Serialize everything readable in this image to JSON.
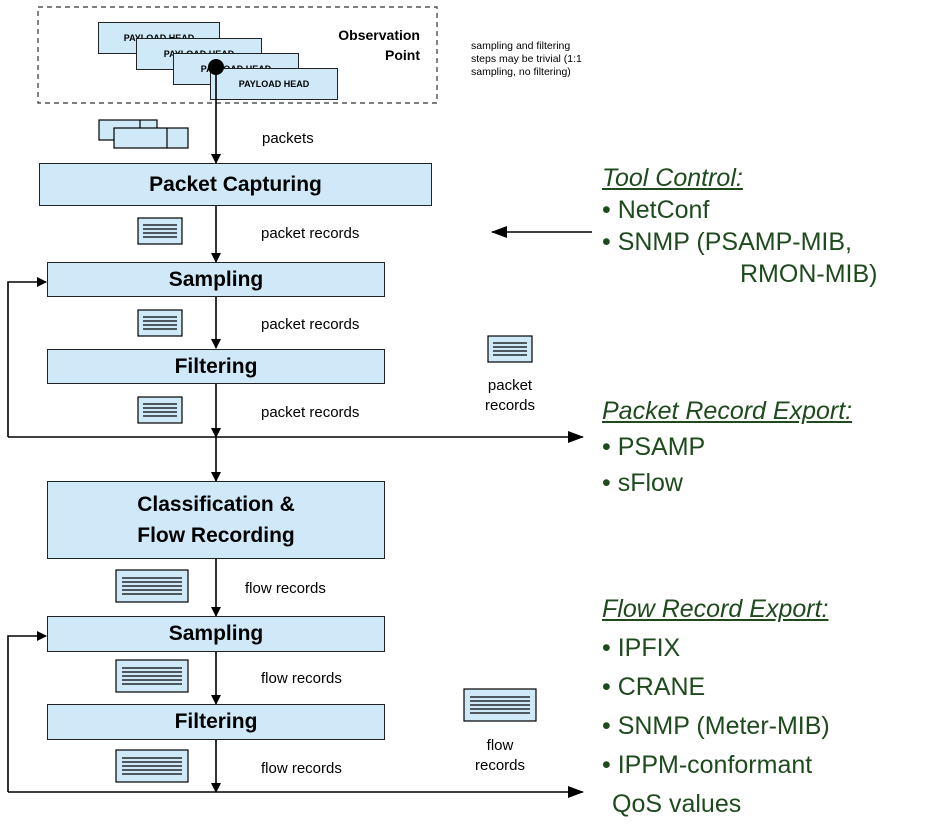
{
  "observation_point": {
    "title_line1": "Observation",
    "title_line2": "Point",
    "payload_label": "PAYLOAD HEAD",
    "note_lines": [
      "sampling and filtering",
      "steps may be trivial (1:1",
      "sampling, no filtering)"
    ]
  },
  "steps": {
    "packet_capturing": "Packet Capturing",
    "sampling_1": "Sampling",
    "filtering_1": "Filtering",
    "classification_line1": "Classification &",
    "classification_line2": "Flow Recording",
    "sampling_2": "Sampling",
    "filtering_2": "Filtering"
  },
  "flow_labels": {
    "packets": "packets",
    "packet_records": "packet records",
    "flow_records": "flow records",
    "side_packet_line1": "packet",
    "side_packet_line2": "records",
    "side_flow_line1": "flow",
    "side_flow_line2": "records"
  },
  "tool_control": {
    "heading": "Tool Control:",
    "items": [
      "• NetConf",
      "• SNMP (PSAMP-MIB,",
      "RMON-MIB)"
    ]
  },
  "packet_record_export": {
    "heading": "Packet Record Export:",
    "items": [
      "• PSAMP",
      "• sFlow"
    ]
  },
  "flow_record_export": {
    "heading": "Flow Record Export:",
    "items": [
      "• IPFIX",
      "• CRANE",
      "• SNMP (Meter-MIB)",
      "• IPPM-conformant",
      "QoS values"
    ]
  },
  "colors": {
    "box_fill": "#cfe9f8",
    "text_green": "#1e4a1e",
    "line": "#000000"
  }
}
